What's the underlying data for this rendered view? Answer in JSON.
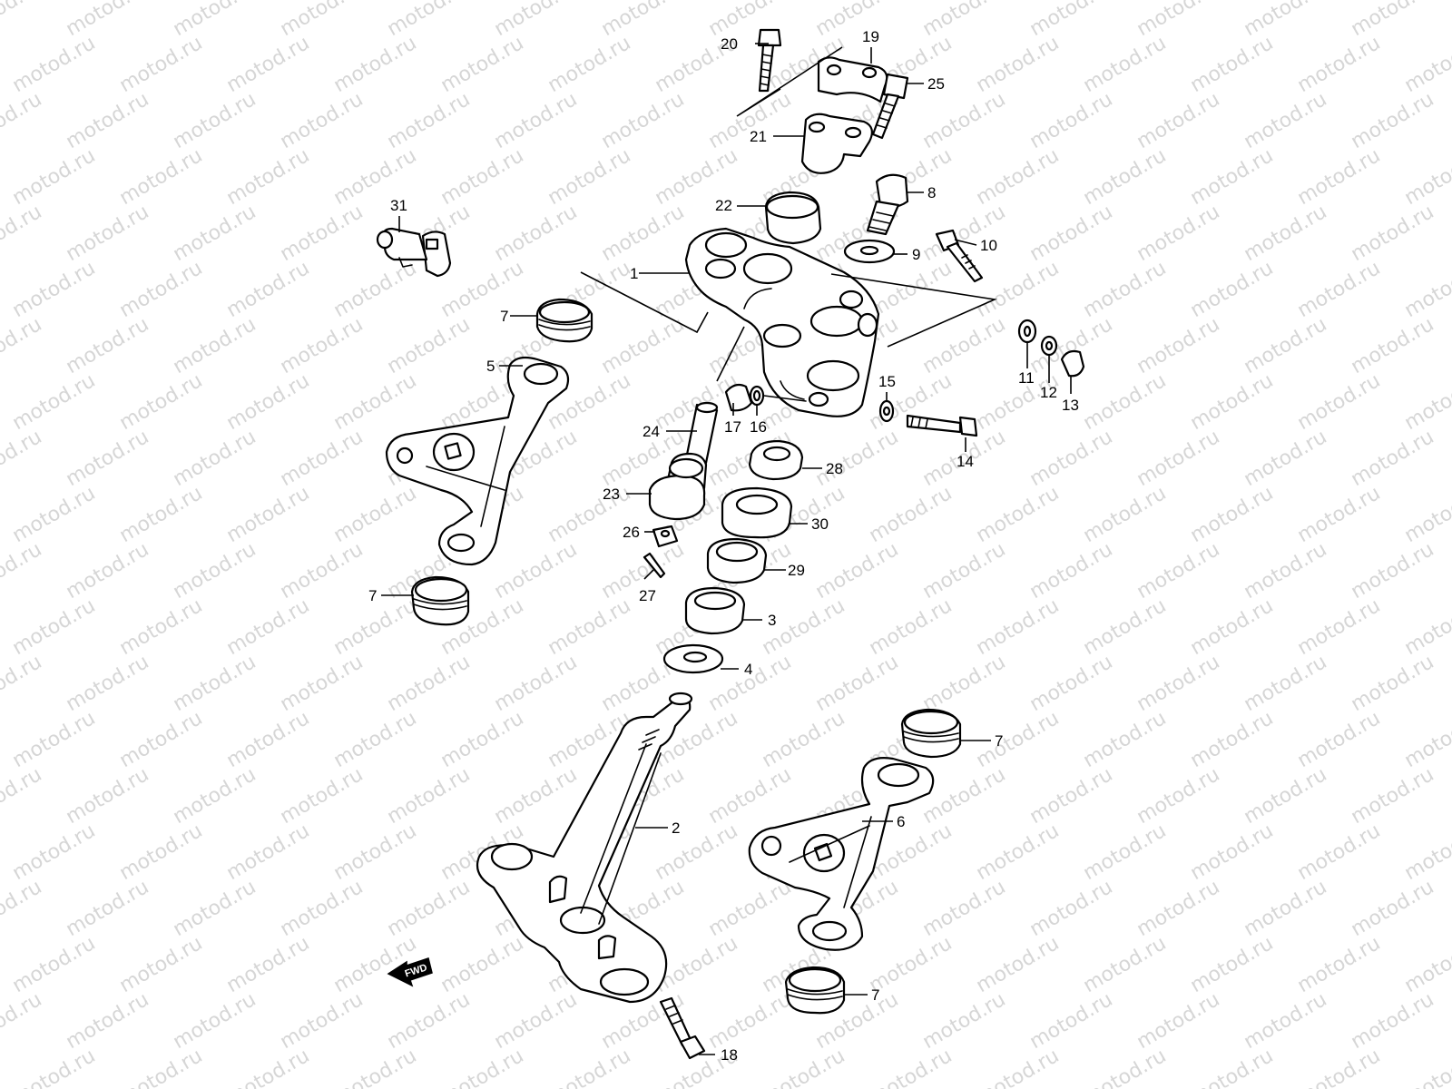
{
  "watermark": "motod.ru",
  "direction_badge": "FWD",
  "callouts": [
    {
      "id": "1",
      "text": "1"
    },
    {
      "id": "2",
      "text": "2"
    },
    {
      "id": "3",
      "text": "3"
    },
    {
      "id": "4",
      "text": "4"
    },
    {
      "id": "5",
      "text": "5"
    },
    {
      "id": "6",
      "text": "6"
    },
    {
      "id": "7a",
      "text": "7"
    },
    {
      "id": "7b",
      "text": "7"
    },
    {
      "id": "7c",
      "text": "7"
    },
    {
      "id": "7d",
      "text": "7"
    },
    {
      "id": "8",
      "text": "8"
    },
    {
      "id": "9",
      "text": "9"
    },
    {
      "id": "10",
      "text": "10"
    },
    {
      "id": "11",
      "text": "11"
    },
    {
      "id": "12",
      "text": "12"
    },
    {
      "id": "13",
      "text": "13"
    },
    {
      "id": "14",
      "text": "14"
    },
    {
      "id": "15",
      "text": "15"
    },
    {
      "id": "16",
      "text": "16"
    },
    {
      "id": "17",
      "text": "17"
    },
    {
      "id": "18",
      "text": "18"
    },
    {
      "id": "19",
      "text": "19"
    },
    {
      "id": "20",
      "text": "20"
    },
    {
      "id": "21",
      "text": "21"
    },
    {
      "id": "22",
      "text": "22"
    },
    {
      "id": "23",
      "text": "23"
    },
    {
      "id": "24",
      "text": "24"
    },
    {
      "id": "25",
      "text": "25"
    },
    {
      "id": "26",
      "text": "26"
    },
    {
      "id": "27",
      "text": "27"
    },
    {
      "id": "28",
      "text": "28"
    },
    {
      "id": "29",
      "text": "29"
    },
    {
      "id": "30",
      "text": "30"
    },
    {
      "id": "31",
      "text": "31"
    }
  ]
}
